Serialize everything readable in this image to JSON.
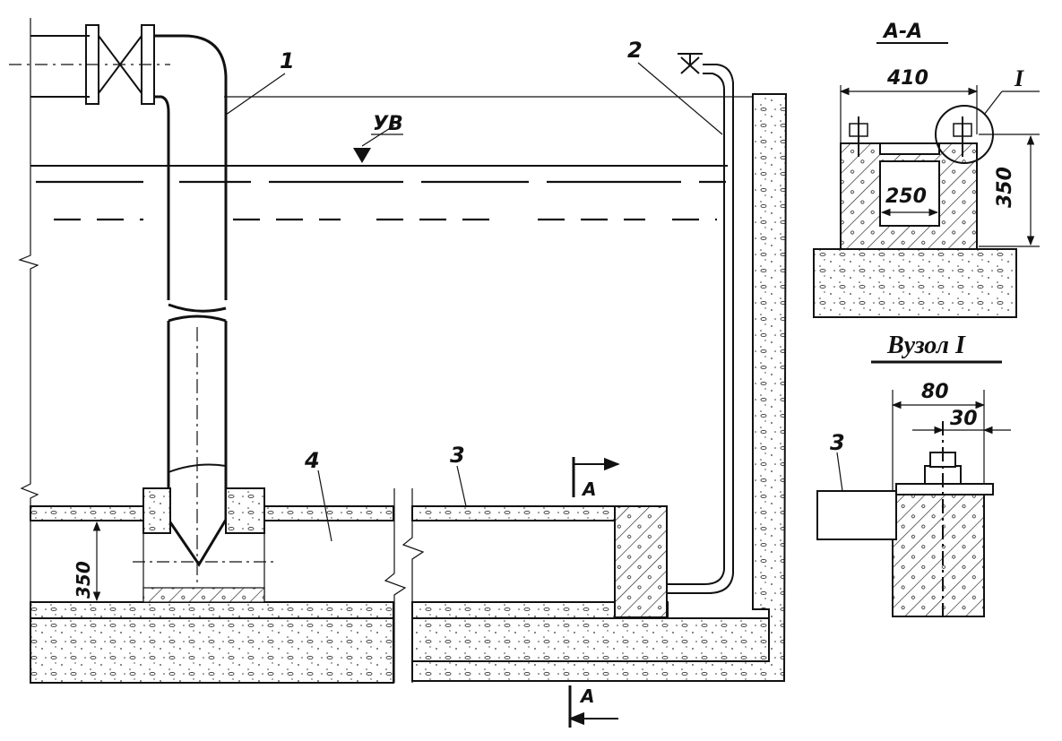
{
  "main_view": {
    "callouts": {
      "pipe_1": "1",
      "pipe_2": "2",
      "slab_3": "3",
      "channel_4": "4"
    },
    "water_level": "УВ",
    "dim_height": "350",
    "section_mark": "А"
  },
  "section_view": {
    "title": "А-А",
    "dim_width": "410",
    "dim_inner": "250",
    "dim_height": "350",
    "node_mark": "I"
  },
  "node_view": {
    "title": "Вузол I",
    "dim_80": "80",
    "dim_30": "30",
    "callout_3": "3"
  },
  "colors": {
    "ink": "#111111",
    "paper": "#ffffff",
    "fill_concrete": "#f4f4f4"
  }
}
